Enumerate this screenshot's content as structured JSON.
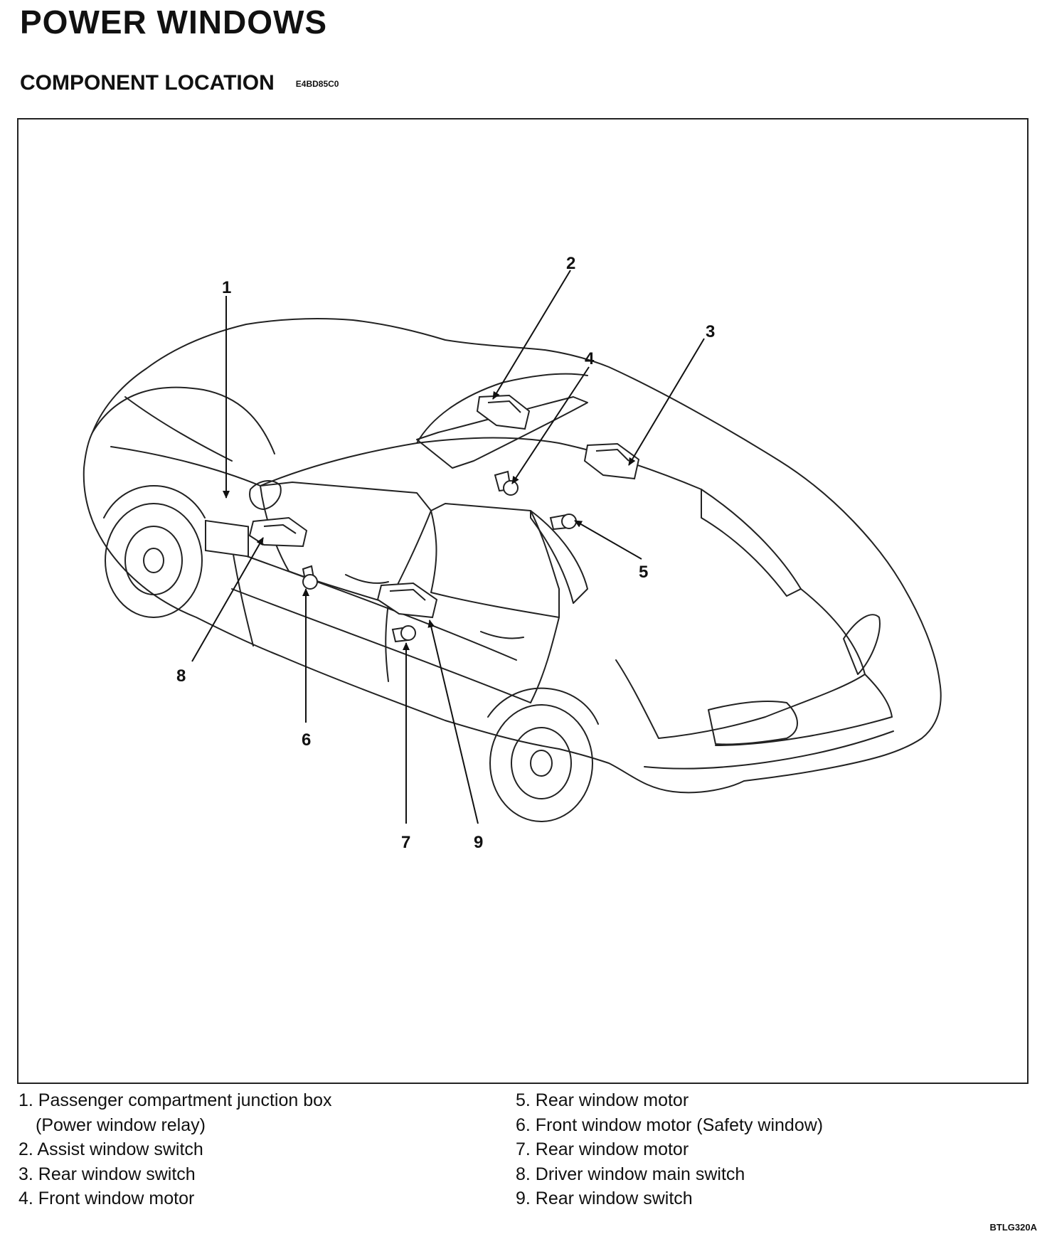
{
  "page": {
    "title": "POWER WINDOWS",
    "section_title": "COMPONENT LOCATION",
    "section_code": "E4BD85C0",
    "figure_code": "BTLG320A"
  },
  "callouts": [
    "1",
    "2",
    "3",
    "4",
    "5",
    "6",
    "7",
    "8",
    "9"
  ],
  "legend_left": [
    "1. Passenger compartment junction box",
    "(Power window relay)",
    "2. Assist window switch",
    "3. Rear window switch",
    "4. Front window motor"
  ],
  "legend_right": [
    "5. Rear window motor",
    "6. Front window motor (Safety window)",
    "7. Rear window motor",
    "8. Driver window main switch",
    "9. Rear window switch"
  ]
}
